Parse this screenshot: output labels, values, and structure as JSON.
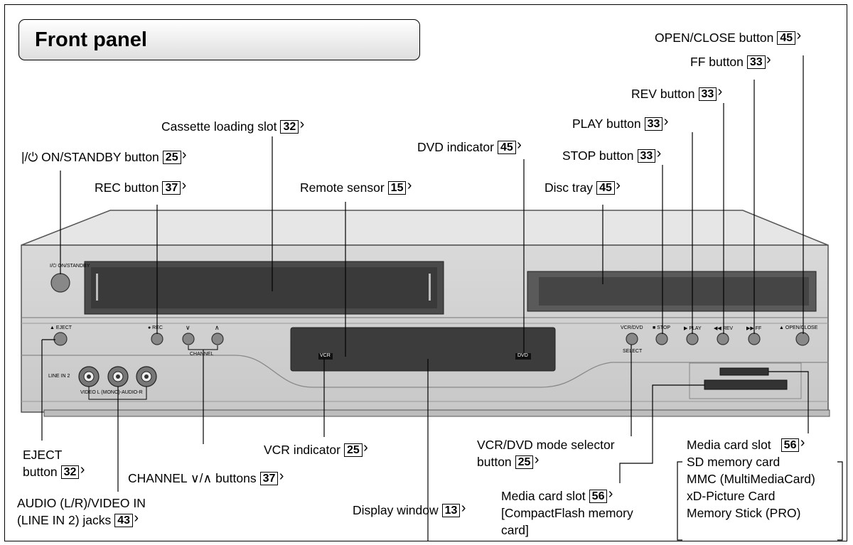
{
  "title": "Front panel",
  "callouts": {
    "open_close": {
      "text": "OPEN/CLOSE button",
      "ref": "45"
    },
    "ff": {
      "text": "FF button",
      "ref": "33"
    },
    "rev": {
      "text": "REV button",
      "ref": "33"
    },
    "play": {
      "text": "PLAY button",
      "ref": "33"
    },
    "stop": {
      "text": "STOP button",
      "ref": "33"
    },
    "cassette_slot": {
      "text": "Cassette loading slot",
      "ref": "32"
    },
    "dvd_indicator": {
      "text": "DVD indicator",
      "ref": "45"
    },
    "on_standby": {
      "text": "|/⏻ ON/STANDBY button",
      "ref": "25"
    },
    "rec": {
      "text": "REC button",
      "ref": "37"
    },
    "remote_sensor": {
      "text": "Remote sensor",
      "ref": "15"
    },
    "disc_tray": {
      "text": "Disc tray",
      "ref": "45"
    },
    "eject": {
      "line1": "EJECT",
      "line2": "button",
      "ref": "32"
    },
    "vcr_indicator": {
      "text": "VCR indicator",
      "ref": "25"
    },
    "mode_selector": {
      "line1": "VCR/DVD mode selector",
      "line2": "button",
      "ref": "25"
    },
    "channel": {
      "text": "CHANNEL ∨/∧ buttons",
      "ref": "37"
    },
    "audio_video": {
      "line1": "AUDIO (L/R)/VIDEO IN",
      "line2": "(LINE IN 2) jacks",
      "ref": "43"
    },
    "display_window": {
      "text": "Display window",
      "ref": "13"
    },
    "cf_slot": {
      "line1": "Media card slot",
      "line2": "[CompactFlash memory",
      "line3": "card]",
      "ref": "56"
    },
    "media_slot": {
      "text": "Media card slot",
      "ref": "56",
      "cards": [
        "SD memory card",
        "MMC (MultiMediaCard)",
        "xD-Picture Card",
        "Memory Stick (PRO)"
      ]
    }
  },
  "panel_labels": {
    "on_standby": "I/⏻ ON/STANDBY",
    "eject": "▲ EJECT",
    "rec": "● REC",
    "ch_down": "∨",
    "ch_up": "∧",
    "channel": "CHANNEL",
    "line_in": "LINE IN 2",
    "jacks": "VIDEO   L (MONO)-AUDIO-R",
    "vcr": "VCR",
    "dvd": "DVD",
    "vcr_dvd": "VCR/DVD",
    "select": "SELECT",
    "stop": "■ STOP",
    "play": "▶ PLAY",
    "rev": "◀◀ REV",
    "ff": "▶▶ FF",
    "open_close": "▲ OPEN/CLOSE"
  }
}
